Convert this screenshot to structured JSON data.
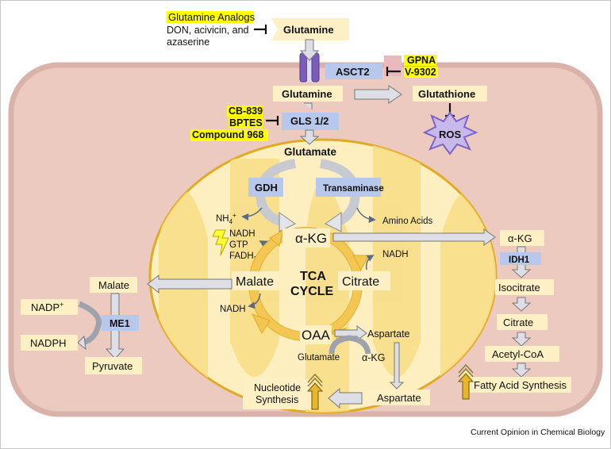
{
  "source_credit": "Current Opinion in Chemical Biology",
  "colors": {
    "cell_fill": "#eccabf",
    "cell_border": "#d9b3a9",
    "mito_fill": "#fdefc0",
    "mito_border": "#e0aa22",
    "cristae": "#f8dd86",
    "label_box": "#fdf0c4",
    "enzyme_box": "#b8c8ec",
    "inhibitor_highlight": "#ffff00",
    "tca_arrow": "#f4c653",
    "ros_fill": "#c9b8ea",
    "ros_border": "#7a63c9",
    "transporter": "#7a5cbb",
    "up_arrow": "#e8b52a",
    "gray_arrow": "#d9dbe3"
  },
  "extracellular": {
    "glutamine": "Glutamine",
    "analogs_title": "Glutamine Analogs",
    "analogs_line1": "DON, acivicin, and",
    "analogs_line2": "azaserine"
  },
  "transporter": {
    "name": "ASCT2",
    "inhibitors": [
      "GPNA",
      "V-9302"
    ]
  },
  "cytosol": {
    "glutamine": "Glutamine",
    "glutathione": "Glutathione",
    "ros": "ROS",
    "gls": "GLS 1/2",
    "gls_inhibitors": [
      "CB-839",
      "BPTES",
      "Compound 968"
    ],
    "glutamate": "Glutamate",
    "malate": "Malate",
    "nadp_plus": "NADP",
    "nadp_sup": "+",
    "me1": "ME1",
    "nadph": "NADPH",
    "pyruvate": "Pyruvate",
    "akg": "α-KG",
    "idh1": "IDH1",
    "isocitrate": "Isocitrate",
    "citrate": "Citrate",
    "acetyl_coa": "Acetyl-CoA",
    "fatty_acid": "Fatty Acid Synthesis",
    "aspartate": "Aspartate",
    "nucleotide_line1": "Nucleotide",
    "nucleotide_line2": "Synthesis"
  },
  "mitochondrion": {
    "gdh": "GDH",
    "transaminase": "Transaminase",
    "nh4": "NH",
    "nh4_sub": "4",
    "nh4_sup": "+",
    "amino_acids": "Amino Acids",
    "akg": "α-KG",
    "energy": [
      "NADH",
      "GTP",
      "FADH"
    ],
    "fadh_sub": "2",
    "tca_line1": "TCA",
    "tca_line2": "CYCLE",
    "malate": "Malate",
    "citrate": "Citrate",
    "nadh_citrate": "NADH",
    "nadh_malate": "NADH",
    "oaa": "OAA",
    "aspartate": "Aspartate",
    "glutamate": "Glutamate",
    "akg_small": "α-KG"
  }
}
